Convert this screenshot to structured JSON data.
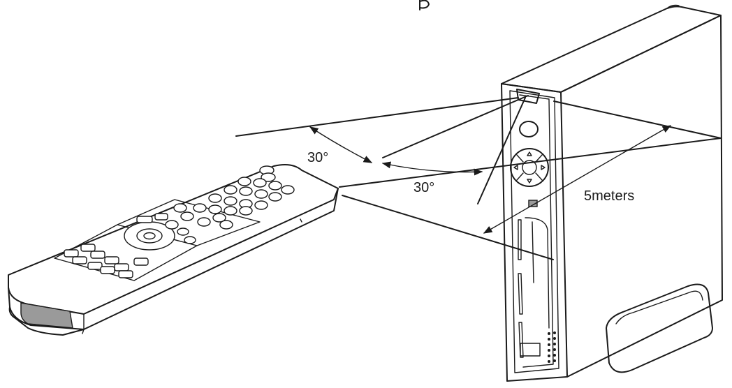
{
  "labels": {
    "angle_left": "30°",
    "angle_right": "30°",
    "distance": "5meters"
  },
  "colors": {
    "ink": "#1a1a1a",
    "background": "#ffffff",
    "shade": "#9a9a9a"
  }
}
